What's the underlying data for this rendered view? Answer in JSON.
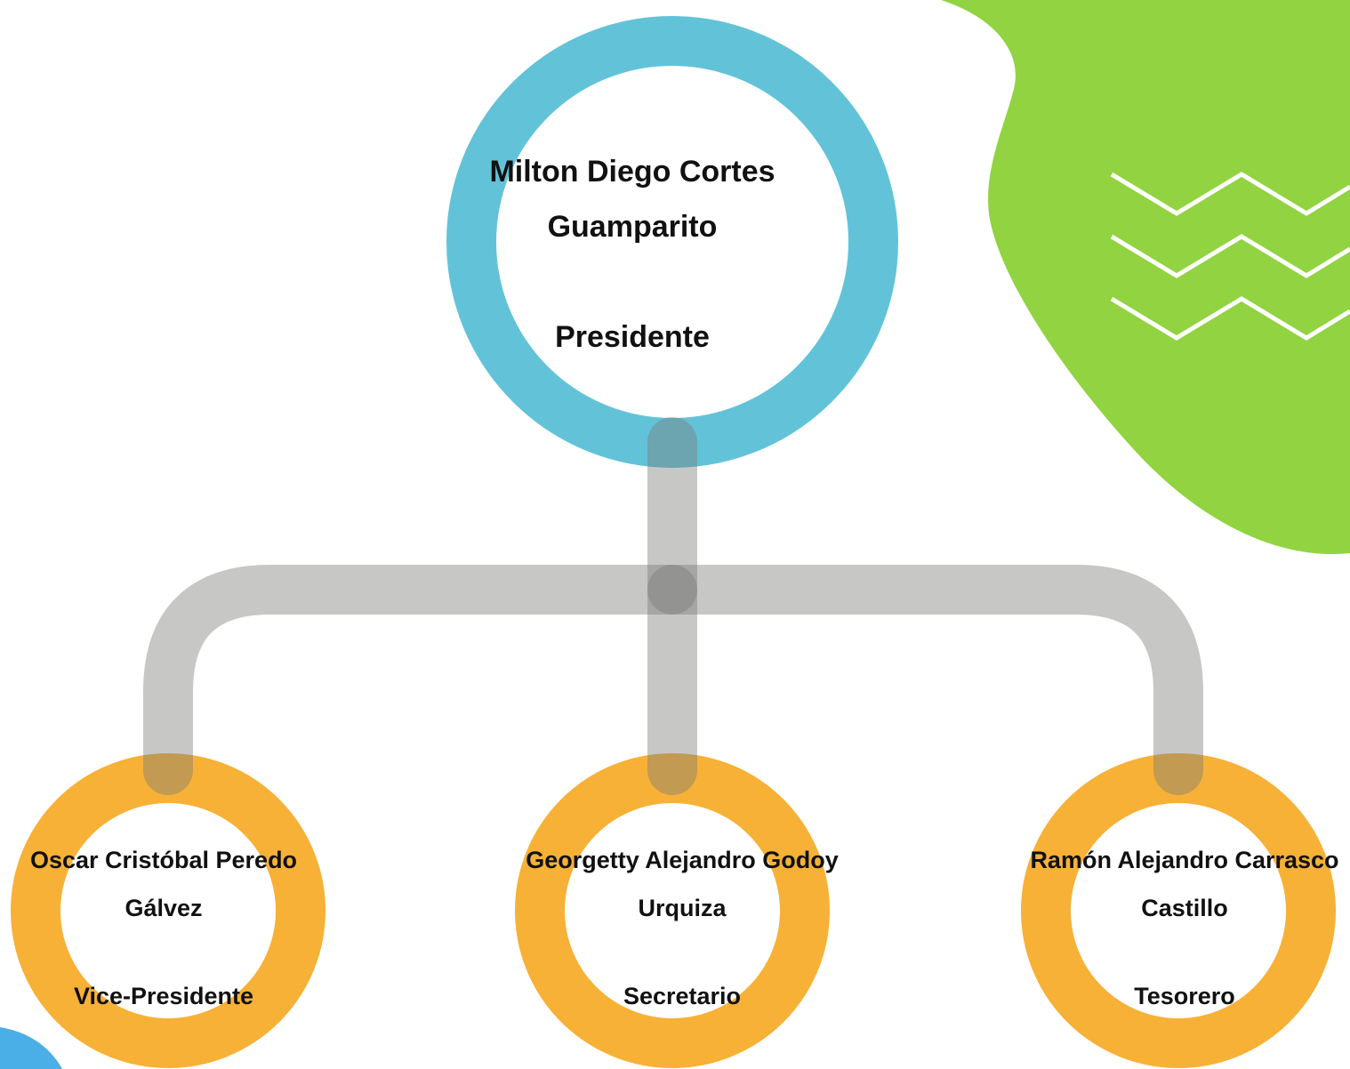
{
  "colors": {
    "root_ring": "#62c3d8",
    "child_ring": "#f7b136",
    "connector": "#a8a8a6",
    "blob_green": "#91d341",
    "blob_blue": "#4aaee7",
    "zigzag": "#ffffff"
  },
  "root": {
    "name_line1": "Milton Diego Cortes",
    "name_line2": "Guamparito",
    "role": "Presidente"
  },
  "children": [
    {
      "name_line1": "Oscar Cristóbal Peredo",
      "name_line2": "Gálvez",
      "role": "Vice-Presidente"
    },
    {
      "name_line1": "Georgetty Alejandro Godoy",
      "name_line2": "Urquiza",
      "role": "Secretario"
    },
    {
      "name_line1": "Ramón Alejandro Carrasco",
      "name_line2": "Castillo",
      "role": "Tesorero"
    }
  ],
  "decorations": {
    "zigzag_icon": "zigzag-lines-icon"
  }
}
